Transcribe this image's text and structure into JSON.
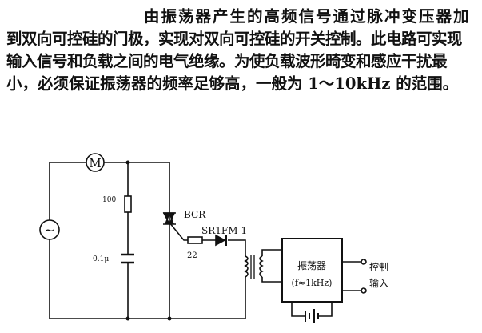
{
  "text": {
    "lines": [
      "由振荡器产生的高频信号通过脉冲变压器加",
      "到双向可控硅的门极，实现对双向可控硅的开关控制。此电路可实现",
      "输入信号和负载之间的电气绝缘。为使负载波形畸变和感应干扰最",
      "小，必须保证振荡器的频率足够高，一般为 1～10kHz 的范围。"
    ]
  },
  "circuit": {
    "motor": "M",
    "source": "~",
    "r1": "100",
    "c1": "0.1μ",
    "triac": "BCR",
    "r2": "22",
    "diode": "SR1FM-1",
    "oscillator_title": "振荡器",
    "oscillator_freq": "(f≈1kHz)",
    "control_1": "控制",
    "control_2": "输入"
  }
}
